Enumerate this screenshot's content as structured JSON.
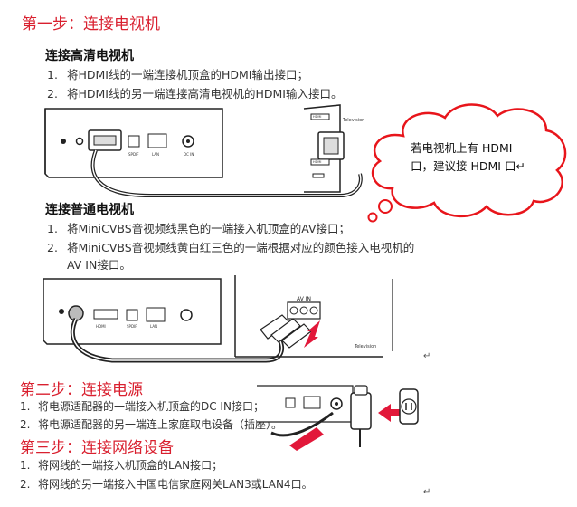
{
  "step1": {
    "title": "第一步：连接电视机",
    "hd_heading": "连接高清电视机",
    "hd_items": [
      {
        "num": "1.",
        "text": "将HDMI线的一端连接机顶盒的HDMI输出接口；"
      },
      {
        "num": "2.",
        "text": "将HDMI线的另一端连接高清电视机的HDMI输入接口。"
      }
    ],
    "std_heading": "连接普通电视机",
    "std_items": [
      {
        "num": "1.",
        "text": "将MiniCVBS音视频线黑色的一端接入机顶盒的AV接口；"
      },
      {
        "num": "2.",
        "text": "将MiniCVBS音视频线黄白红三色的一端根据对应的颜色接入电视机的"
      }
    ],
    "std_item2_cont": "AV IN接口。",
    "note_line1": "若电视机上有  HDMI",
    "note_line2": "口，建议接 HDMI 口↵"
  },
  "fig1_labels": {
    "television": "Television",
    "hdmi_port": "HDMI",
    "spdif": "SPDIF",
    "lan": "LAN",
    "dc_in": "DC IN"
  },
  "fig2_labels": {
    "av_in": "AV IN",
    "television": "Television",
    "hdmi": "HDMI",
    "spdif": "SPDIF",
    "lan": "LAN"
  },
  "step2": {
    "title": "第二步：连接电源",
    "items": [
      {
        "num": "1.",
        "text": "将电源适配器的一端接入机顶盒的DC IN接口；"
      },
      {
        "num": "2.",
        "text": "将电源适配器的另一端连上家庭取电设备（插座）。"
      }
    ]
  },
  "step3": {
    "title": "第三步：连接网络设备",
    "items": [
      {
        "num": "1.",
        "text": "将网线的一端接入机顶盒的LAN接口；"
      },
      {
        "num": "2.",
        "text": "将网线的另一端接入中国电信家庭网关LAN3或LAN4口。"
      }
    ]
  },
  "return_mark": "↵",
  "colors": {
    "heading_red": "#d9202f",
    "cloud_red": "#e8151b",
    "arrow_red": "#e2183a"
  }
}
